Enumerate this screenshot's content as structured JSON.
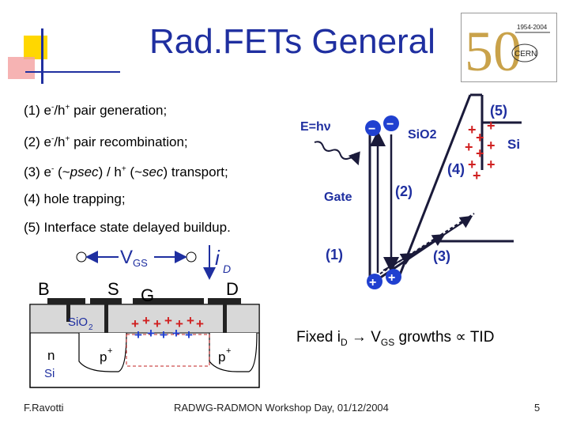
{
  "slide": {
    "title": "Rad.FETs General",
    "page_number": "5"
  },
  "logo": {
    "years": "1954-2004",
    "org": "CERN",
    "number": "50"
  },
  "items": [
    {
      "num": "(1)",
      "pre": "e",
      "sup1": "-",
      "mid": "/h",
      "sup2": "+",
      "post": " pair generation;"
    },
    {
      "num": "(2)",
      "pre": "e",
      "sup1": "-",
      "mid": "/h",
      "sup2": "+",
      "post": " pair recombination;"
    },
    {
      "num": "(3)",
      "pre": "e",
      "sup1": "-",
      "mid": " (~",
      "em1": "psec",
      "mid2": ") / h",
      "sup2": "+",
      "mid3": " (~",
      "em2": "sec",
      "post": ") transport;"
    },
    {
      "num": "(4)",
      "text": "hole trapping;"
    },
    {
      "num": "(5)",
      "text": "Interface state delayed buildup."
    }
  ],
  "band_diagram": {
    "energy_label": "E=hν",
    "oxide_label": "SiO2",
    "substrate_label": "Si",
    "gate_label": "Gate",
    "step_labels": [
      "(1)",
      "(2)",
      "(3)",
      "(4)",
      "(5)"
    ],
    "minus_sign": "−",
    "plus_sign": "+"
  },
  "mosfet": {
    "vgs_label": "V",
    "vgs_sub": "GS",
    "id_label": "i",
    "id_sub": "D",
    "terminal_b": "B",
    "terminal_s": "S",
    "terminal_g": "G",
    "terminal_d": "D",
    "oxide": "SiO",
    "oxide_sub": "2",
    "n_region": "n",
    "si_region": "Si",
    "p_plus_left": "p",
    "p_plus_right": "p",
    "plus_sup": "+"
  },
  "fixed_note": {
    "prefix": "Fixed i",
    "sub1": "D",
    "arrow": " → V",
    "sub2": "GS",
    "suffix": " growths ∝ TID"
  },
  "footer": {
    "author": "F.Ravotti",
    "event": "RADWG-RADMON Workshop Day, 01/12/2004"
  }
}
